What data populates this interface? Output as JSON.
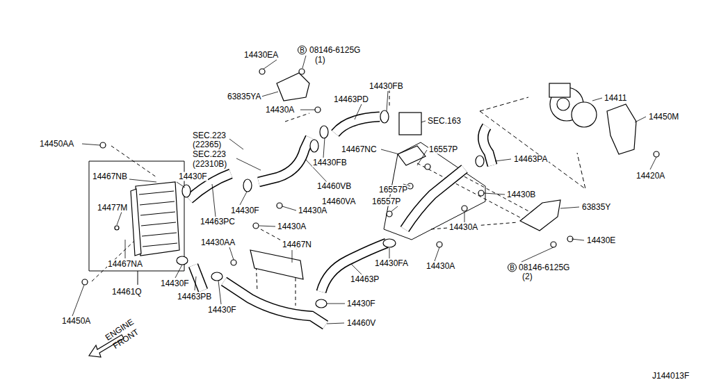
{
  "diagram": {
    "labels": [
      "14430EA",
      "B",
      "08146-6125G",
      "(1)",
      "63835YA",
      "14430A",
      "14430FB",
      "14463PD",
      "SEC.163",
      "14411",
      "14450M",
      "14420A",
      "14450AA",
      "SEC.223",
      "(22365)",
      "SEC.223",
      "(22310B)",
      "14467NB",
      "14430F",
      "14460VB",
      "14430FB",
      "14467NC",
      "16557P",
      "14463PA",
      "16557P",
      "14430B",
      "14460VA",
      "16557P",
      "63835Y",
      "14477M",
      "14430F",
      "14430A",
      "14463PC",
      "14430A",
      "14430A",
      "14430E",
      "14430AA",
      "14467N",
      "14467NA",
      "14430FA",
      "14430A",
      "B",
      "08146-6125G",
      "(2)",
      "14461Q",
      "14430F",
      "14463P",
      "14463PB",
      "14430F",
      "14430F",
      "14450A",
      "14460V",
      "ENGINE",
      "FRONT",
      "J144013F"
    ]
  }
}
